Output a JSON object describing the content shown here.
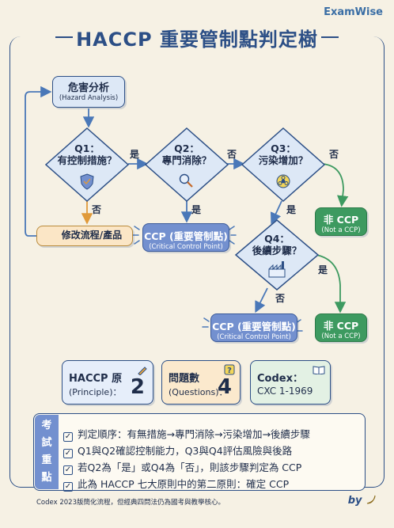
{
  "brand": "ExamWise",
  "title": "HACCP 重要管制點判定樹",
  "start": {
    "label": "危害分析",
    "sublabel": "(Hazard Analysis)"
  },
  "questions": {
    "q1": {
      "title": "Q1：",
      "text": "有控制措施？"
    },
    "q2": {
      "title": "Q2：",
      "text": "專門消除？"
    },
    "q3": {
      "title": "Q3：",
      "text": "污染增加？"
    },
    "q4": {
      "title": "Q4：",
      "text": "後續步驟？"
    }
  },
  "edge_labels": {
    "yes": "是",
    "no": "否"
  },
  "modify": {
    "label": "修改流程/產品"
  },
  "ccp": {
    "label": "CCP (重要管制點)",
    "sublabel": "(Critical Control Point)"
  },
  "not_ccp": {
    "label": "非 CCP",
    "sublabel": "(Not a CCP)"
  },
  "info_boxes": [
    {
      "title": "HACCP 原",
      "subtitle": "(Principle)：",
      "value": "2"
    },
    {
      "title": "問題數",
      "subtitle": "(Questions)：",
      "value": "4"
    },
    {
      "title": "Codex：",
      "subtitle": "CXC 1-1969",
      "value": ""
    }
  ],
  "exam": {
    "tag": "考試重點",
    "items": [
      "判定順序：有無措施→專門消除→污染增加→後續步驟",
      "Q1與Q2確認控制能力，Q3與Q4評估風險與後路",
      "若Q2為「是」或Q4為「否」，則該步驟判定為 CCP",
      "此為 HACCP 七大原則中的第二原則：確定 CCP"
    ]
  },
  "footer": "Codex 2023版簡化流程，但經典四問法仍為國考與教學核心。",
  "by": "by",
  "colors": {
    "navy": "#2c4f86",
    "ccp": "#7390cf",
    "not_ccp": "#3d9a60",
    "warning": "#f0a93b",
    "background": "#f6f1e4"
  }
}
